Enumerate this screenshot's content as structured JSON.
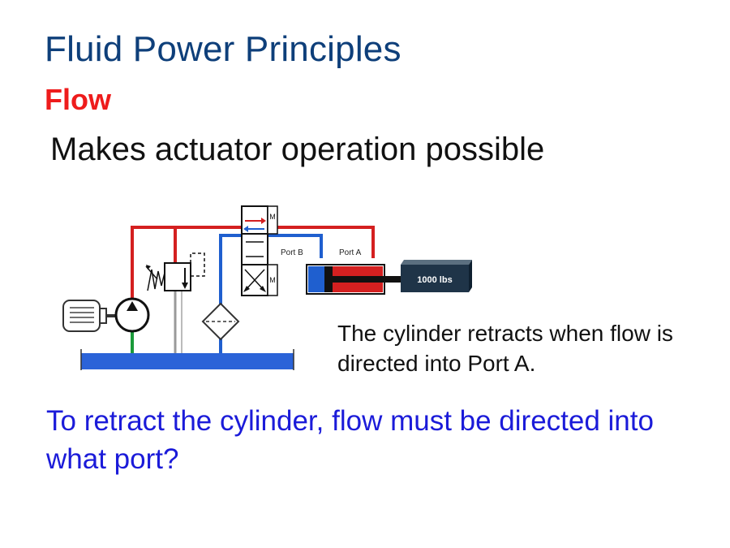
{
  "slide": {
    "title": "Fluid Power Principles",
    "subtitle": "Flow",
    "heading": "Makes actuator operation possible",
    "caption": "The cylinder retracts when flow is directed into Port A.",
    "question": "To retract the cylinder, flow must be directed into what port?"
  },
  "diagram": {
    "port_b_label": "Port B",
    "port_a_label": "Port A",
    "load_label": "1000 lbs"
  },
  "colors": {
    "title": "#0e3f7a",
    "subtitle": "#ee1c1c",
    "question": "#1b1bd9",
    "pressure_line": "#d42020",
    "return_line": "#1f5fcf",
    "tank_fluid": "#2b63d8"
  }
}
